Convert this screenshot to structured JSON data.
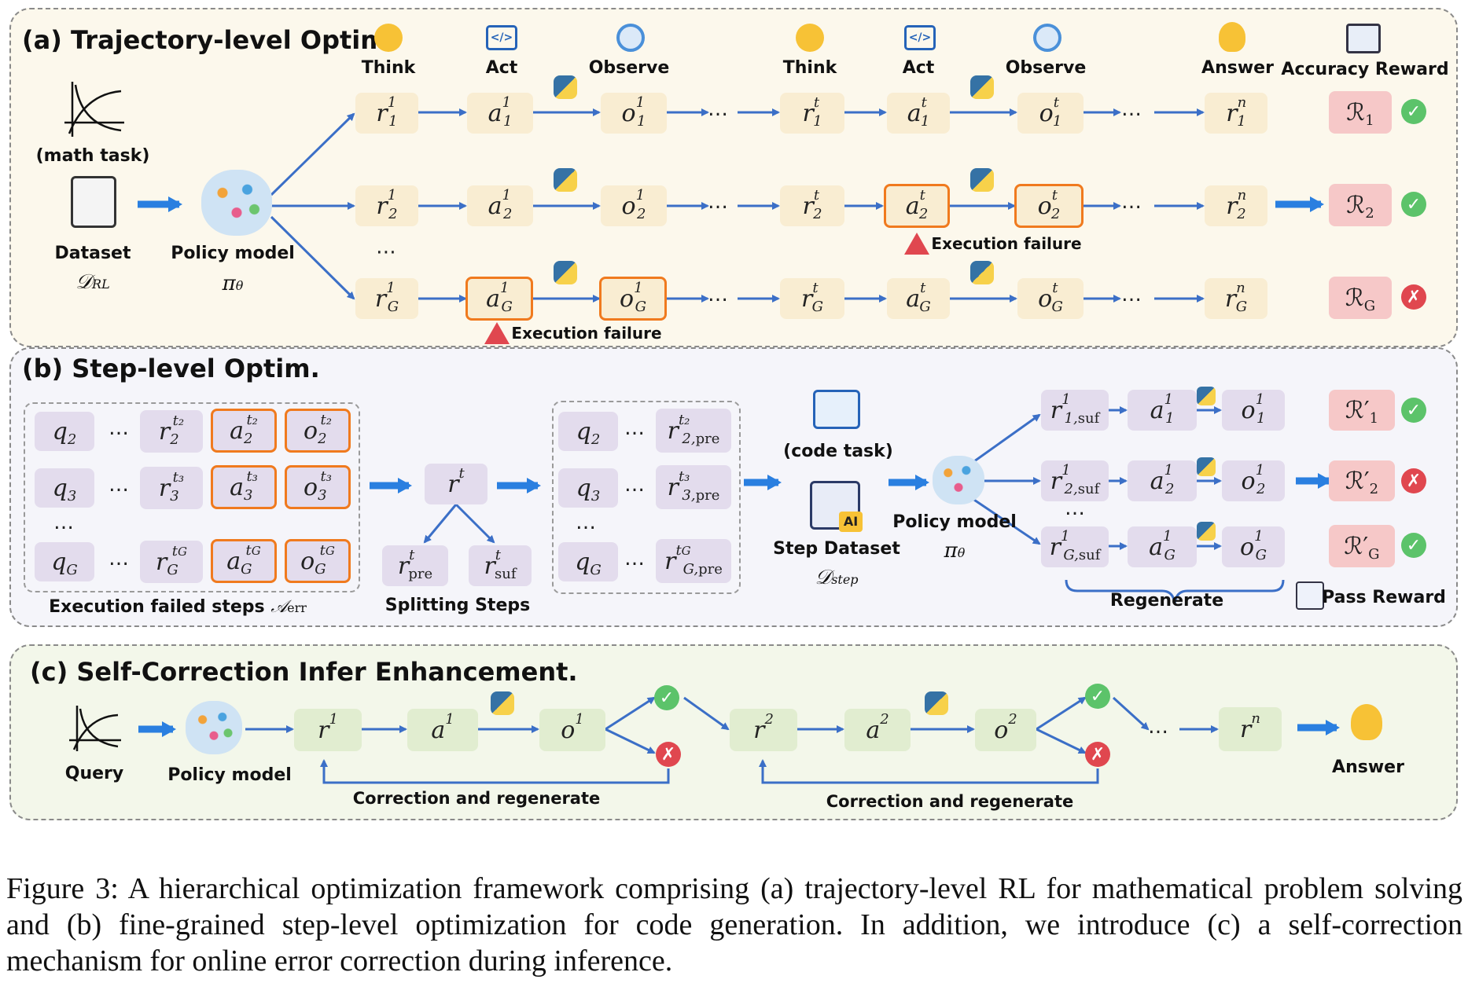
{
  "panel_a": {
    "title": "(a) Trajectory-level Optim.",
    "headers": [
      "Think",
      "Act",
      "Observe",
      "Think",
      "Act",
      "Observe",
      "Answer",
      "Accuracy Reward"
    ],
    "math_task": "(math task)",
    "dataset": "Dataset",
    "dataset_symbol": "𝒟",
    "dataset_sub": "RL",
    "policy": "Policy model",
    "policy_symbol": "π",
    "policy_sub": "θ",
    "rows": [
      {
        "r1": "r",
        "r1_sub": "1",
        "r1_sup": "1",
        "a1": "a",
        "a1_sub": "1",
        "a1_sup": "1",
        "o1": "o",
        "o1_sub": "1",
        "o1_sup": "1",
        "rt": "r",
        "rt_sub": "1",
        "rt_sup": "t",
        "at": "a",
        "at_sub": "1",
        "at_sup": "t",
        "ot": "o",
        "ot_sub": "1",
        "ot_sup": "t",
        "rn": "r",
        "rn_sub": "1",
        "rn_sup": "n",
        "reward": "ℛ",
        "reward_sub": "1",
        "result": "✓"
      },
      {
        "r1": "r",
        "r1_sub": "2",
        "r1_sup": "1",
        "a1": "a",
        "a1_sub": "2",
        "a1_sup": "1",
        "o1": "o",
        "o1_sub": "2",
        "o1_sup": "1",
        "rt": "r",
        "rt_sub": "2",
        "rt_sup": "t",
        "at": "a",
        "at_sub": "2",
        "at_sup": "t",
        "ot": "o",
        "ot_sub": "2",
        "ot_sup": "t",
        "rn": "r",
        "rn_sub": "2",
        "rn_sup": "n",
        "reward": "ℛ",
        "reward_sub": "2",
        "result": "✓"
      },
      {
        "r1": "r",
        "r1_sub": "G",
        "r1_sup": "1",
        "a1": "a",
        "a1_sub": "G",
        "a1_sup": "1",
        "o1": "o",
        "o1_sub": "G",
        "o1_sup": "1",
        "rt": "r",
        "rt_sub": "G",
        "rt_sup": "t",
        "at": "a",
        "at_sub": "G",
        "at_sup": "t",
        "ot": "o",
        "ot_sub": "G",
        "ot_sup": "t",
        "rn": "r",
        "rn_sub": "G",
        "rn_sup": "n",
        "reward": "ℛ",
        "reward_sub": "G",
        "result": "✗"
      }
    ],
    "exec_failure": "Execution failure",
    "ellipsis": "…",
    "vdots": "⋯"
  },
  "panel_b": {
    "title": "(b) Step-level Optim.",
    "failed_label": "Execution failed steps",
    "failed_symbol": "𝒜",
    "failed_sub": "err",
    "split_label": "Splitting Steps",
    "code_task": "(code task)",
    "step_dataset": "Step Dataset",
    "step_symbol": "𝒟",
    "step_sub": "step",
    "policy": "Policy model",
    "policy_symbol": "π",
    "policy_sub": "θ",
    "regenerate": "Regenerate",
    "pass_reward": "Pass Reward",
    "ai_badge": "AI",
    "rewards": [
      {
        "sym": "ℛ′",
        "sub": "1",
        "result": "✓"
      },
      {
        "sym": "ℛ′",
        "sub": "2",
        "result": "✗"
      },
      {
        "sym": "ℛ′",
        "sub": "G",
        "result": "✓"
      }
    ]
  },
  "panel_c": {
    "title": "(c) Self-Correction Infer Enhancement.",
    "query": "Query",
    "policy": "Policy model",
    "correction": "Correction and regenerate",
    "answer": "Answer"
  },
  "caption": "Figure 3: A hierarchical optimization framework comprising (a) trajectory-level RL for mathematical problem solving and (b) fine-grained step-level optimization for code generation. In addition, we introduce (c) a self-correction mechanism for online error correction during inference.",
  "colors": {
    "arrow": "#3b6fc7",
    "fail_border": "#f07a1e",
    "check": "#5cc36a",
    "cross": "#e0474f"
  }
}
